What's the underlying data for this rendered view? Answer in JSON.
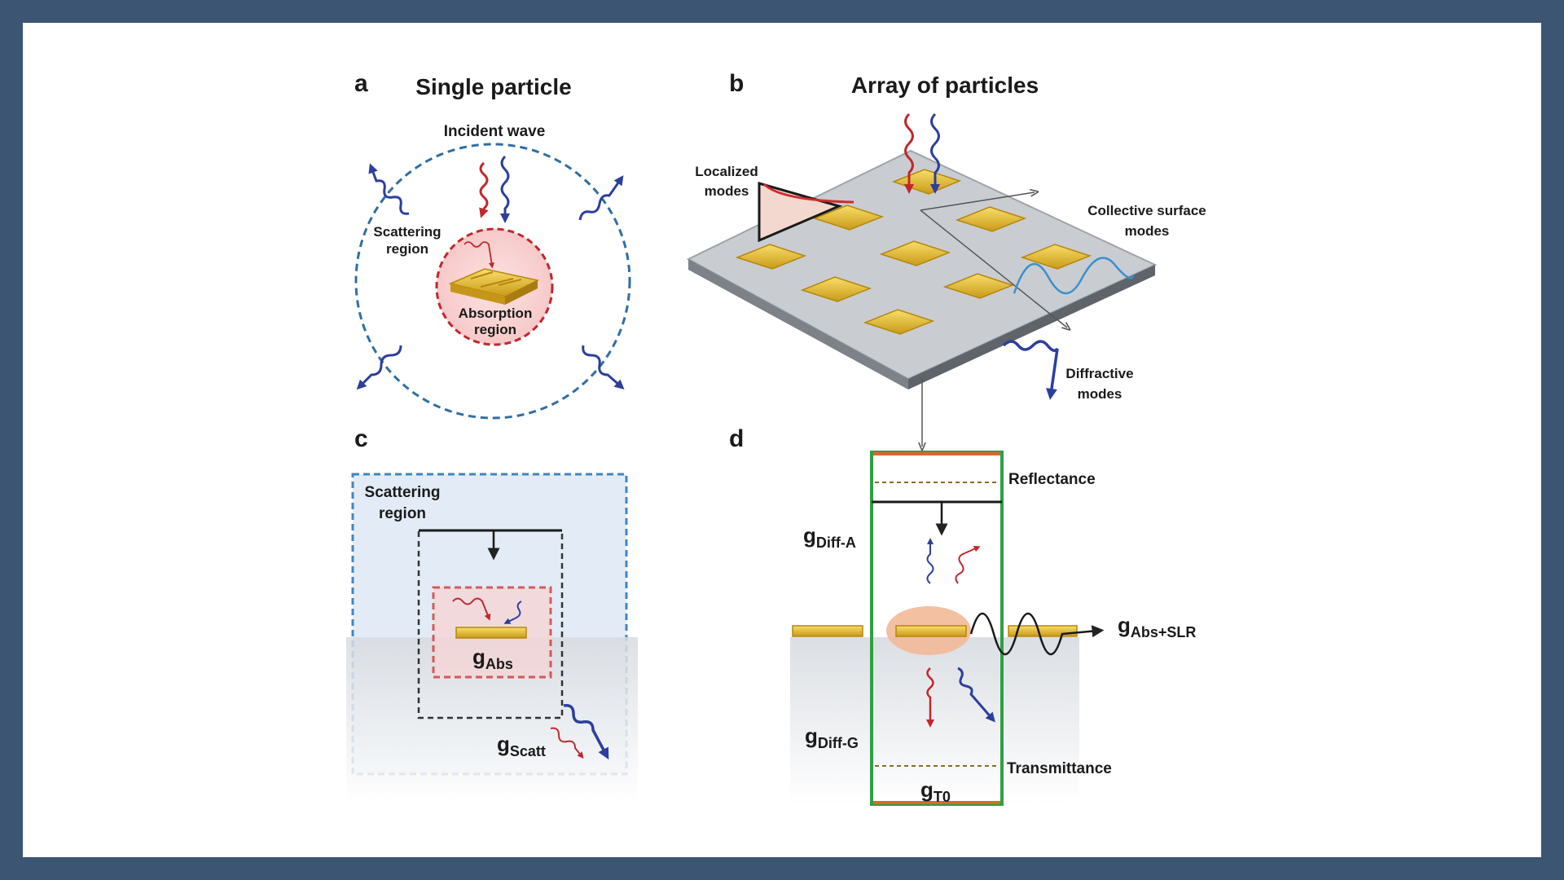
{
  "panels": {
    "a": {
      "letter": "a",
      "title": "Single particle",
      "incident": "Incident wave",
      "scatter_l1": "Scattering",
      "scatter_l2": "region",
      "absorb_l1": "Absorption",
      "absorb_l2": "region"
    },
    "b": {
      "letter": "b",
      "title": "Array of particles",
      "localized_l1": "Localized",
      "localized_l2": "modes",
      "collective_l1": "Collective surface",
      "collective_l2": "modes",
      "diffractive_l1": "Diffractive",
      "diffractive_l2": "modes"
    },
    "c": {
      "letter": "c",
      "scatter_l1": "Scattering",
      "scatter_l2": "region",
      "g": "g",
      "abs_sub": "Abs",
      "scatt_sub": "Scatt"
    },
    "d": {
      "letter": "d",
      "reflectance": "Reflectance",
      "transmittance": "Transmittance",
      "g": "g",
      "diffA_sub": "Diff-A",
      "diffG_sub": "Diff-G",
      "absslr_sub": "Abs+SLR",
      "t0_sub": "T0"
    }
  },
  "colors": {
    "frame": "#3b5572",
    "red_wave": "#c0272d",
    "blue_wave": "#2b3f9e",
    "gold": "#e8c23a",
    "green_box": "#2ea043",
    "orange_line": "#d9682b",
    "dashed_blue": "#2f6ea3"
  }
}
